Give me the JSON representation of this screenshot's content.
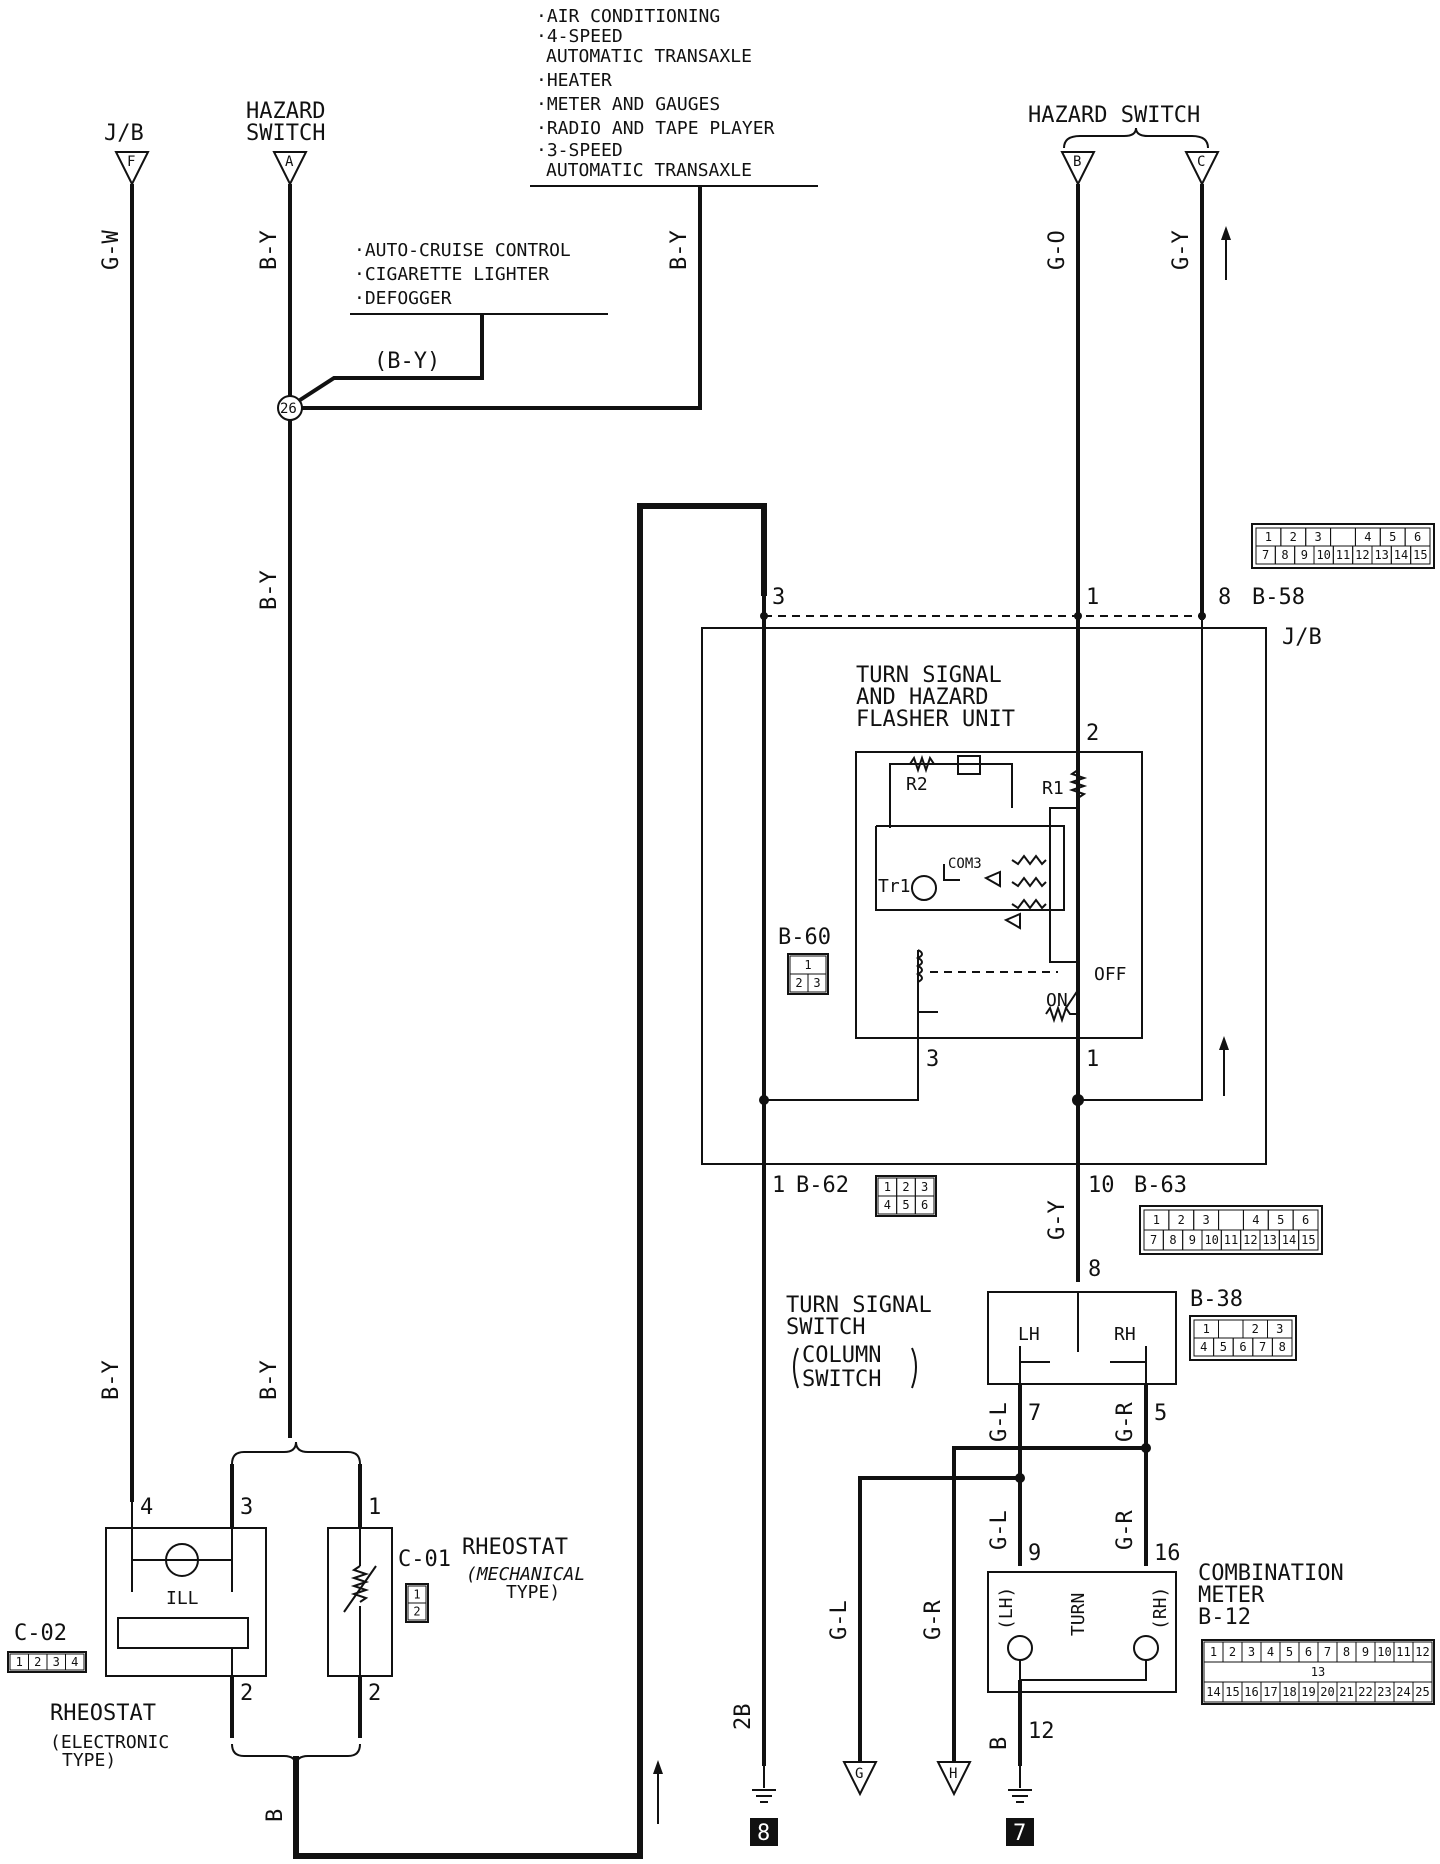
{
  "options_top": [
    "·AIR CONDITIONING",
    "·4-SPEED",
    "AUTOMATIC TRANSAXLE",
    "·HEATER",
    "·METER AND GAUGES",
    "·RADIO AND TAPE PLAYER",
    "·3-SPEED",
    "AUTOMATIC TRANSAXLE"
  ],
  "options_mid": [
    "·AUTO-CRUISE CONTROL",
    "·CIGARETTE LIGHTER",
    "·DEFOGGER"
  ],
  "connectors": {
    "jb_top": "J/B",
    "jb_top_pin": "F",
    "hazard_switch_left_1": "HAZARD",
    "hazard_switch_left_2": "SWITCH",
    "hazard_switch_left_pin": "A",
    "hazard_switch_right": "HAZARD SWITCH",
    "hazard_pin_b": "B",
    "hazard_pin_c": "C",
    "splice": "26",
    "b58": "B-58",
    "jb_box": "J/B",
    "b60": "B-60",
    "b62": "B-62",
    "b63": "B-63",
    "b38": "B-38",
    "c01": "C-01",
    "c02": "C-02",
    "b12": "B-12",
    "ground_8": "8",
    "ground_7": "7",
    "term_g": "G",
    "term_h": "H"
  },
  "wires": {
    "gw": "G-W",
    "by": "B-Y",
    "by_paren": "(B-Y)",
    "go": "G-O",
    "gy": "G-Y",
    "gl": "G-L",
    "gr": "G-R",
    "b": "B",
    "2b": "2B"
  },
  "flasher": {
    "title": [
      "TURN SIGNAL",
      "AND HAZARD",
      "FLASHER UNIT"
    ],
    "r1": "R1",
    "r2": "R2",
    "com3": "COM3",
    "tr1": "Tr1",
    "off": "OFF",
    "on": "ON"
  },
  "turn_switch": {
    "title": [
      "TURN SIGNAL",
      "SWITCH"
    ],
    "sub": [
      "COLUMN",
      "SWITCH"
    ],
    "lh": "LH",
    "rh": "RH"
  },
  "meter": {
    "title": [
      "COMBINATION",
      "METER"
    ],
    "turn": "TURN",
    "lh": "(LH)",
    "rh": "(RH)"
  },
  "rheostat": {
    "mech": "RHEOSTAT",
    "mech_type": [
      "(MECHANICAL",
      "TYPE)"
    ],
    "elec": "RHEOSTAT",
    "elec_type": [
      "(ELECTRONIC",
      "TYPE)"
    ],
    "ill": "ILL"
  },
  "pins": {
    "p3": "3",
    "p1": "1",
    "p8": "8",
    "p2": "2",
    "p10": "10",
    "p7": "7",
    "p5": "5",
    "p9": "9",
    "p16": "16",
    "p12": "12",
    "p4": "4"
  },
  "b58_grid": [
    [
      "1",
      "2",
      "3",
      "",
      "4",
      "5",
      "6"
    ],
    [
      "7",
      "8",
      "9",
      "10",
      "11",
      "12",
      "13",
      "14",
      "15"
    ]
  ],
  "b62_grid": [
    [
      "1",
      "2",
      "3"
    ],
    [
      "4",
      "5",
      "6"
    ]
  ],
  "b63_grid": [
    [
      "1",
      "2",
      "3",
      "",
      "4",
      "5",
      "6"
    ],
    [
      "7",
      "8",
      "9",
      "10",
      "11",
      "12",
      "13",
      "14",
      "15"
    ]
  ],
  "b38_grid": [
    [
      "1",
      "",
      "2",
      "3"
    ],
    [
      "4",
      "5",
      "6",
      "7",
      "8"
    ]
  ],
  "b60_grid": [
    [
      "1"
    ],
    [
      "2",
      "3"
    ]
  ],
  "c01_grid": [
    [
      "1"
    ],
    [
      "2"
    ]
  ],
  "c02_grid": [
    [
      "1",
      "2",
      "3",
      "4"
    ]
  ],
  "b12_grid": [
    [
      "1",
      "2",
      "3",
      "4",
      "5",
      "6",
      "7",
      "8",
      "9",
      "10",
      "11",
      "12"
    ],
    [
      "13"
    ],
    [
      "14",
      "15",
      "16",
      "17",
      "18",
      "19",
      "20",
      "21",
      "22",
      "23",
      "24",
      "25"
    ]
  ]
}
